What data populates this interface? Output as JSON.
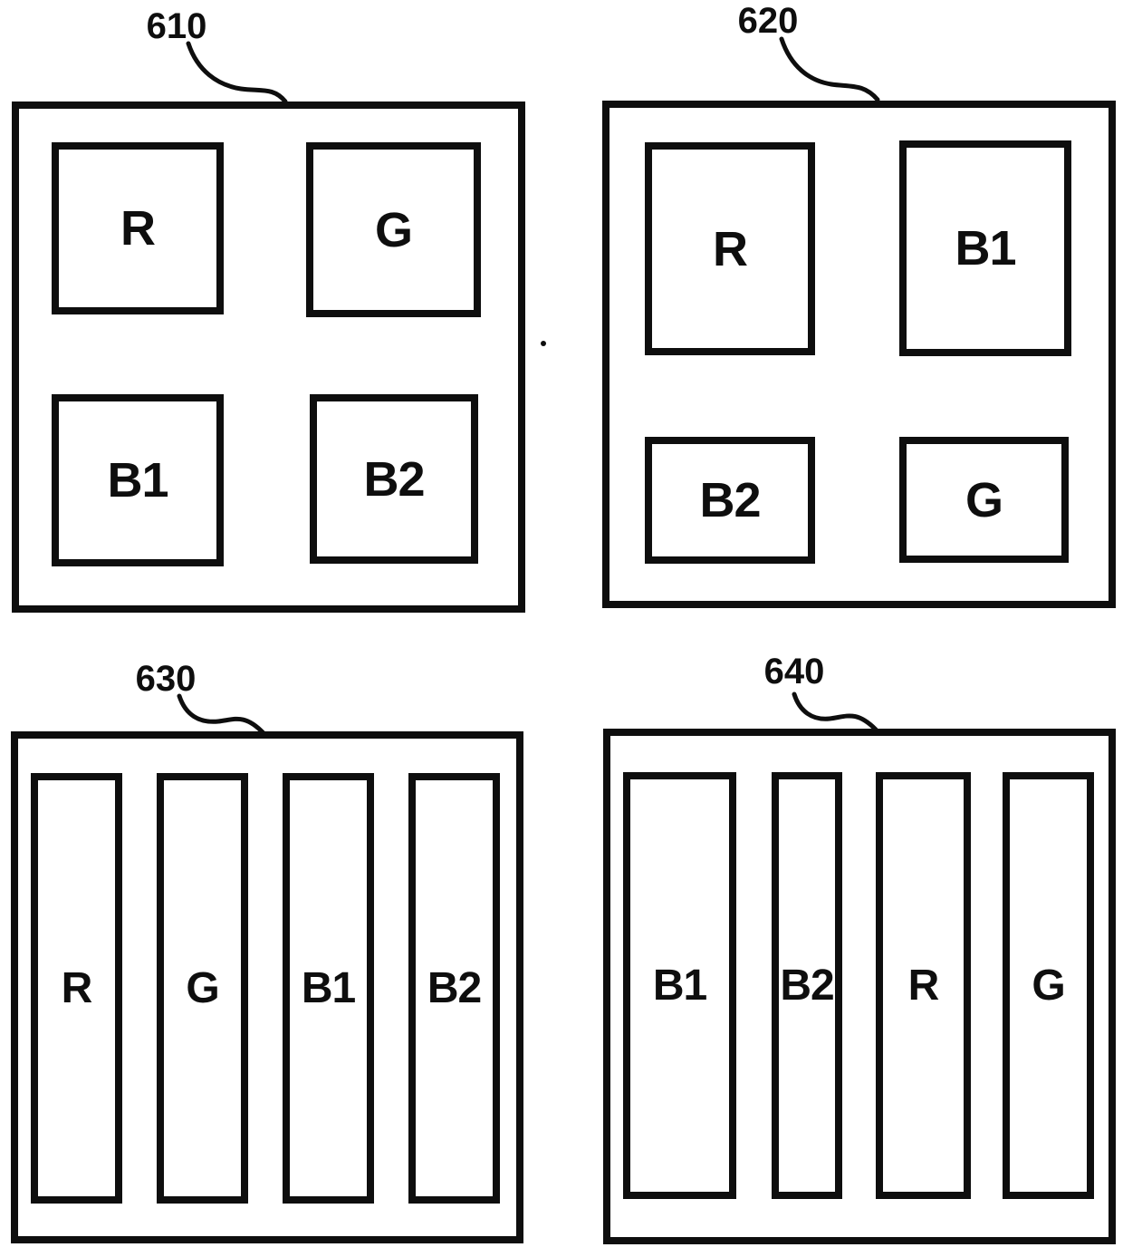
{
  "figure": {
    "background": "#ffffff",
    "ink_color": "#0e0e0e",
    "panels": [
      {
        "ref": "610",
        "arrangement": "2x2-squares",
        "cells": [
          {
            "label": "R"
          },
          {
            "label": "G"
          },
          {
            "label": "B1"
          },
          {
            "label": "B2"
          }
        ]
      },
      {
        "ref": "620",
        "arrangement": "2x2-tall-top-short-bottom",
        "cells": [
          {
            "label": "R"
          },
          {
            "label": "B1"
          },
          {
            "label": "B2"
          },
          {
            "label": "G"
          }
        ]
      },
      {
        "ref": "630",
        "arrangement": "4-vertical-stripes",
        "cells": [
          {
            "label": "R"
          },
          {
            "label": "G"
          },
          {
            "label": "B1"
          },
          {
            "label": "B2"
          }
        ]
      },
      {
        "ref": "640",
        "arrangement": "4-vertical-stripes-varied-width",
        "cells": [
          {
            "label": "B1"
          },
          {
            "label": "B2"
          },
          {
            "label": "R"
          },
          {
            "label": "G"
          }
        ]
      }
    ]
  }
}
